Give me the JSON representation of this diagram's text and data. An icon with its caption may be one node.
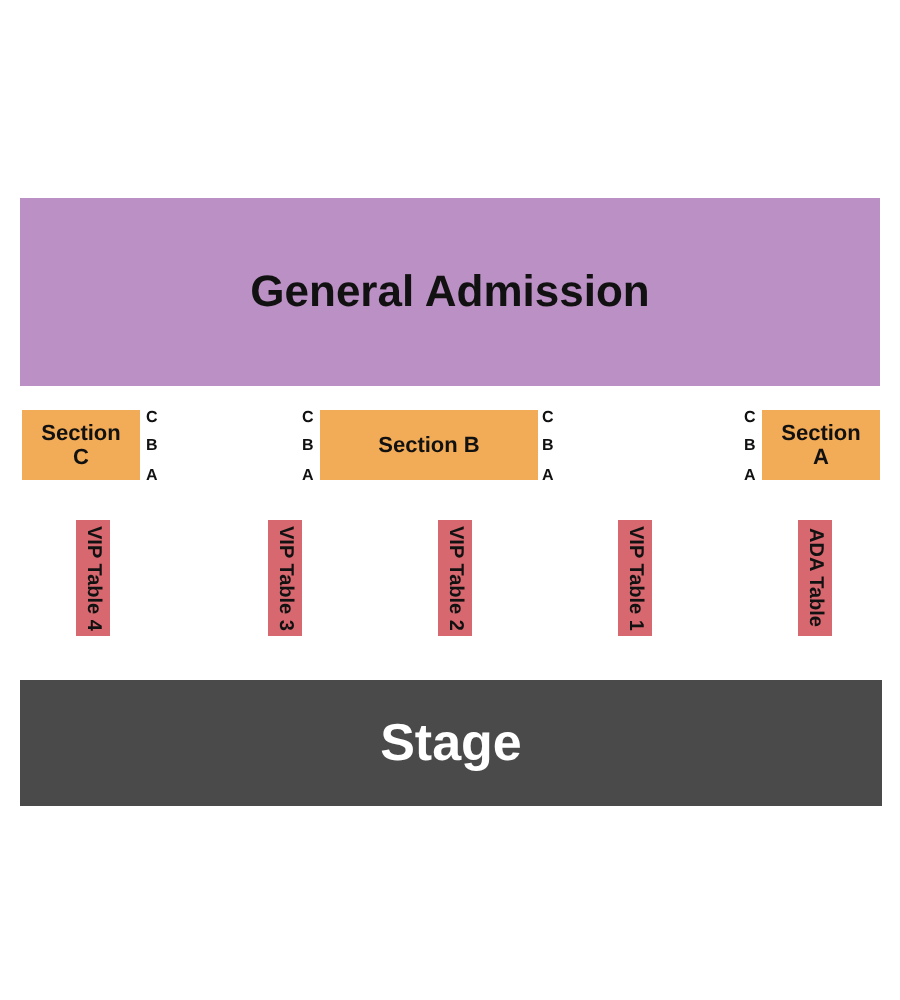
{
  "diagram": {
    "nodes": [
      {
        "text": [
          "General Admission"
        ]
      },
      {
        "text": [
          "Section C"
        ]
      },
      {
        "text": [
          "Section B"
        ]
      },
      {
        "text": [
          "Section A"
        ]
      },
      {
        "text": [
          "VIP Table 4"
        ]
      },
      {
        "text": [
          "VIP Table 3"
        ]
      },
      {
        "text": [
          "VIP Table 2"
        ]
      },
      {
        "text": [
          "VIP Table 1"
        ]
      },
      {
        "text": [
          "ADA Table"
        ]
      },
      {
        "text": [
          "Stage"
        ]
      }
    ],
    "labels": [
      "C",
      "C",
      "C",
      "C",
      "B",
      "B",
      "B",
      "B",
      "A",
      "A",
      "A",
      "A"
    ]
  }
}
